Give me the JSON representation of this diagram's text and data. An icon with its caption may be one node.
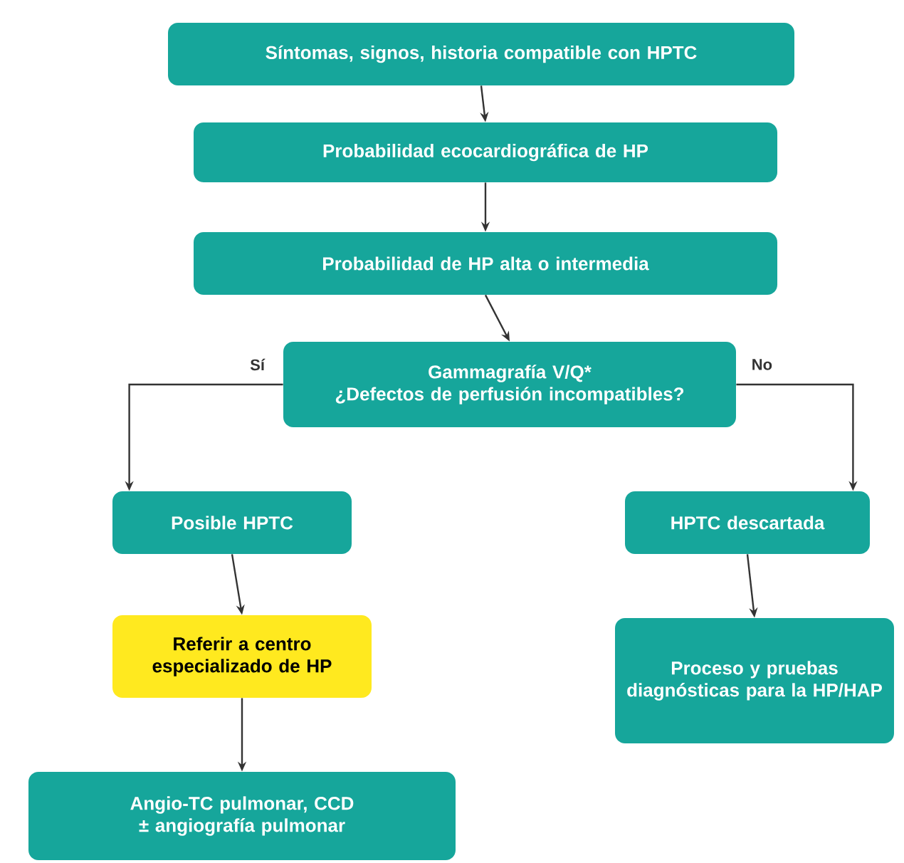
{
  "diagram": {
    "nodes": [
      {
        "text": [
          "Síntomas, signos, historia compatible con HPTC"
        ]
      },
      {
        "text": [
          "Probabilidad ecocardiográfica de HP"
        ]
      },
      {
        "text": [
          "Probabilidad de HP alta o intermedia"
        ]
      },
      {
        "text": [
          "Gammagrafía V/Q*",
          "¿Defectos de perfusión incompatibles?"
        ]
      },
      {
        "text": [
          "Posible HPTC"
        ]
      },
      {
        "text": [
          "HPTC descartada"
        ]
      },
      {
        "text": [
          "Referir a centro especializado de HP"
        ]
      },
      {
        "text": [
          "Proceso y pruebas diagnósticas para la HP/HAP"
        ]
      },
      {
        "text": [
          "Angio-TC pulmonar, CCD ± angiografía pulmonar"
        ]
      }
    ],
    "edges": [
      {
        "from": 0,
        "to": 1,
        "arrow": "to"
      },
      {
        "from": 1,
        "to": 2,
        "arrow": "to"
      },
      {
        "from": 2,
        "to": 3,
        "arrow": "to"
      },
      {
        "from": 3,
        "to": 4,
        "arrow": "to",
        "label": "Sí"
      },
      {
        "from": 3,
        "to": 5,
        "arrow": "to",
        "label": "No"
      },
      {
        "from": 4,
        "to": 6,
        "arrow": "to"
      },
      {
        "from": 6,
        "to": 8,
        "arrow": "to"
      },
      {
        "from": 5,
        "to": 7,
        "arrow": "to"
      }
    ]
  }
}
